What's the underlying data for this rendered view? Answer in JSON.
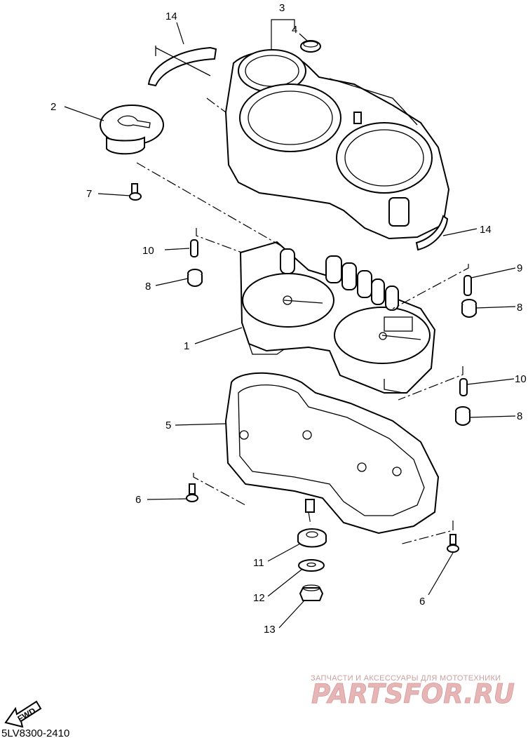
{
  "callouts": [
    {
      "id": "c1",
      "text": "1"
    },
    {
      "id": "c2",
      "text": "2"
    },
    {
      "id": "c3",
      "text": "3"
    },
    {
      "id": "c4",
      "text": "4"
    },
    {
      "id": "c5",
      "text": "5"
    },
    {
      "id": "c6a",
      "text": "6"
    },
    {
      "id": "c6b",
      "text": "6"
    },
    {
      "id": "c7",
      "text": "7"
    },
    {
      "id": "c8a",
      "text": "8"
    },
    {
      "id": "c8b",
      "text": "8"
    },
    {
      "id": "c8c",
      "text": "8"
    },
    {
      "id": "c9",
      "text": "9"
    },
    {
      "id": "c10a",
      "text": "10"
    },
    {
      "id": "c10b",
      "text": "10"
    },
    {
      "id": "c11",
      "text": "11"
    },
    {
      "id": "c12",
      "text": "12"
    },
    {
      "id": "c13",
      "text": "13"
    },
    {
      "id": "c14a",
      "text": "14"
    },
    {
      "id": "c14b",
      "text": "14"
    }
  ],
  "fwd_label": "FWD",
  "diagram_code": "5LV8300-2410",
  "watermark": {
    "top_text": "ЗАПЧАСТИ И АКСЕССУАРЫ ДЛЯ МОТОТЕХНИКИ",
    "brand_text": "PARTSFOR.RU",
    "color": "#e6b5b5"
  }
}
